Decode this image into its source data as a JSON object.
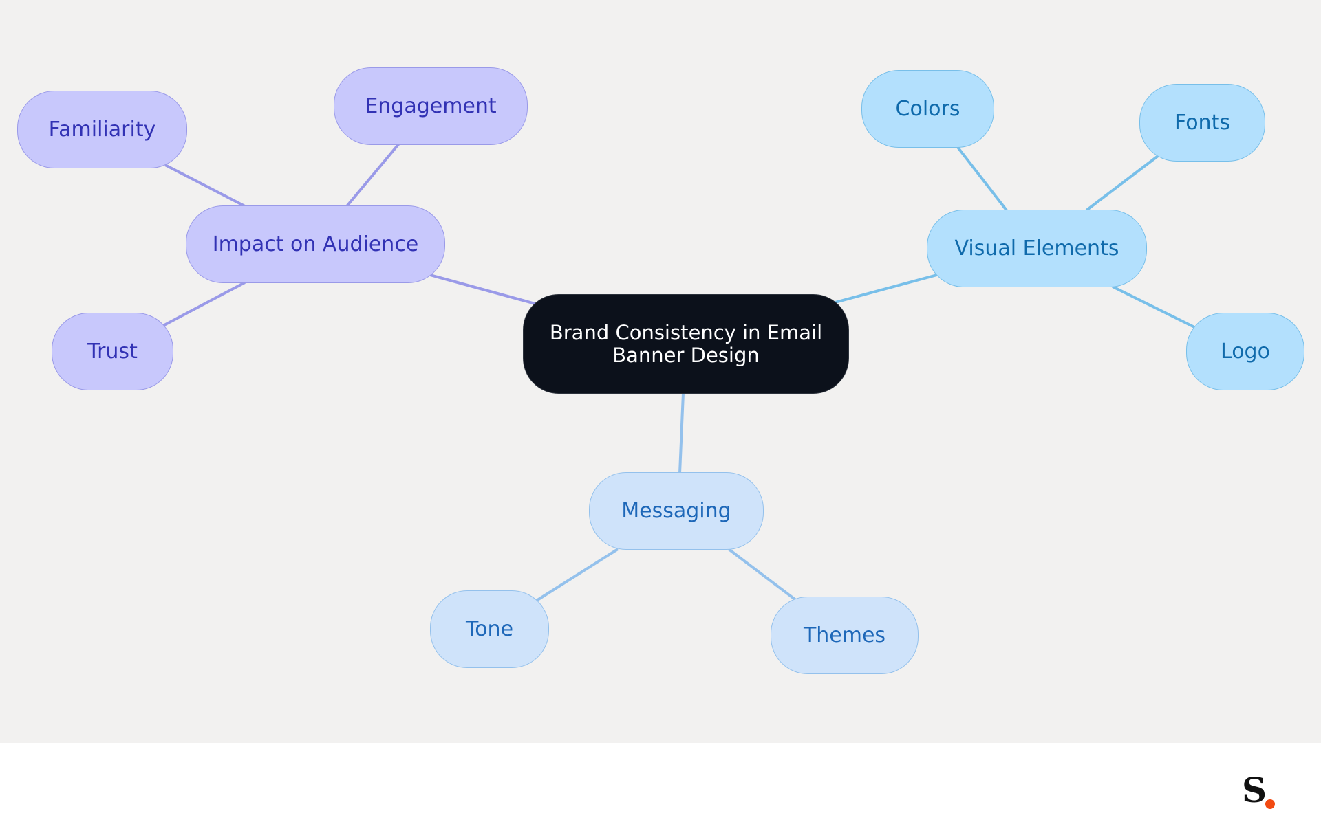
{
  "diagram": {
    "type": "mind-map",
    "root": {
      "id": "root",
      "label": "Brand Consistency in Email Banner Design"
    },
    "branches": [
      {
        "id": "impact",
        "label": "Impact on Audience",
        "color": "#c8c8fc",
        "children": [
          {
            "id": "engagement",
            "label": "Engagement"
          },
          {
            "id": "familiarity",
            "label": "Familiarity"
          },
          {
            "id": "trust",
            "label": "Trust"
          }
        ]
      },
      {
        "id": "visual",
        "label": "Visual Elements",
        "color": "#b3e0fd",
        "children": [
          {
            "id": "colors",
            "label": "Colors"
          },
          {
            "id": "fonts",
            "label": "Fonts"
          },
          {
            "id": "logo",
            "label": "Logo"
          }
        ]
      },
      {
        "id": "messaging",
        "label": "Messaging",
        "color": "#cfe3fa",
        "children": [
          {
            "id": "tone",
            "label": "Tone"
          },
          {
            "id": "themes",
            "label": "Themes"
          }
        ]
      }
    ]
  },
  "colors": {
    "canvas_bg": "#f2f1f0",
    "root_bg": "#0c111b",
    "impact_link": "#9a9ae8",
    "visual_link": "#78bfe9",
    "messaging_link": "#94c1ec",
    "logo_dot": "#f24a12"
  },
  "footer": {
    "logo": {
      "letter": "S",
      "dot_color": "#f24a12"
    }
  }
}
